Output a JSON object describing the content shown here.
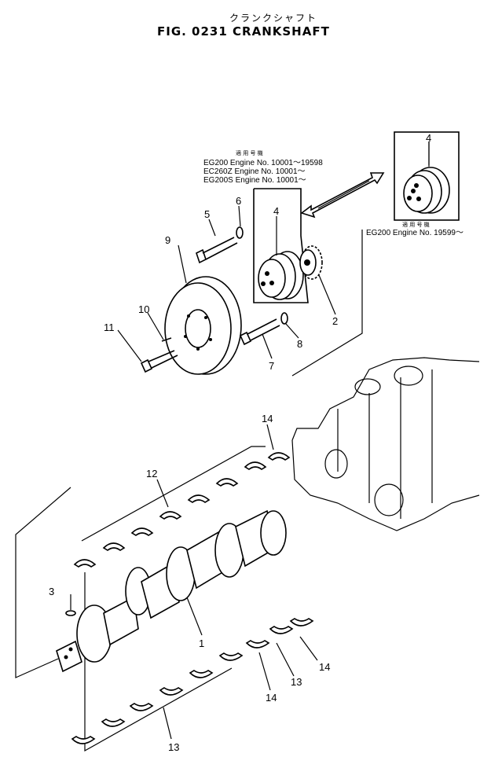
{
  "header": {
    "title_jp": "クランクシャフト",
    "title": "FIG. 0231   CRANKSHAFT"
  },
  "notes": {
    "serial_jp_1": "適 用 号 機",
    "serial_1": "EG200   Engine No. 10001～19598",
    "serial_2": "EC260Z Engine No. 10001～",
    "serial_3": "EG200S Engine No. 10001～",
    "serial_jp_2": "適 用 号 機",
    "serial_4": "EG200 Engine No. 19599～"
  },
  "callouts": {
    "c1": "1",
    "c2": "2",
    "c3": "3",
    "c4a": "4",
    "c4b": "4",
    "c5": "5",
    "c6": "6",
    "c7": "7",
    "c8": "8",
    "c9": "9",
    "c10": "10",
    "c11": "11",
    "c12": "12",
    "c13a": "13",
    "c13b": "13",
    "c14a": "14",
    "c14b": "14",
    "c14c": "14"
  }
}
